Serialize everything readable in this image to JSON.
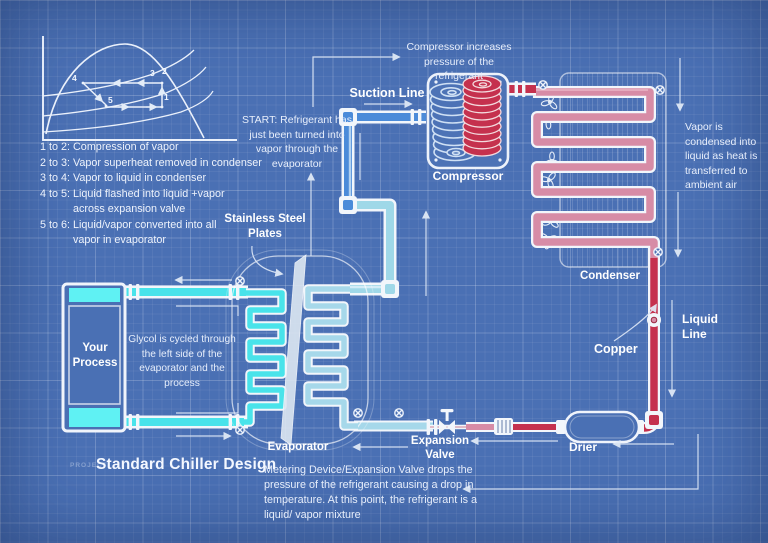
{
  "title_block": {
    "project_label": "PROJECT",
    "title": "Standard Chiller Design"
  },
  "graph": {
    "p1": "1",
    "p2": "2",
    "p3": "3",
    "p4": "4",
    "p5": "5"
  },
  "legend": {
    "lines": [
      "1 to 2: Compression of vapor",
      "2 to 3: Vapor superheat removed in condenser",
      "3 to 4: Vapor to liquid in condenser",
      "4 to 5: Liquid flashed into liquid +vapor",
      "across expansion valve",
      "5 to 6: Liquid/vapor converted into all",
      "vapor in evaporator"
    ]
  },
  "notes": {
    "start": "START: Refrigerant has just been turned into vapor through the evaporator",
    "compressor": "Compressor increases pressure of the refrigerant",
    "vapor": "Vapor is condensed into liquid as heat is transferred to ambient air",
    "glycol": "Glycol is cycled through the left side of the evaporator and the process",
    "metering": "Metering Device/Expansion Valve drops the pressure of the refrigerant causing a drop in temperature. At this point, the refrigerant is a liquid/ vapor mixture"
  },
  "labels": {
    "suction_line": "Suction Line",
    "compressor": "Compressor",
    "condenser": "Condenser",
    "liquid_line": "Liquid Line",
    "copper": "Copper",
    "drier": "Drier",
    "expansion_valve": "Expansion Valve",
    "evaporator": "Evaporator",
    "stainless_plates": "Stainless Steel Plates",
    "your_process": "Your Process"
  },
  "colors": {
    "background": "#4a70b4",
    "glycol_cyan": "#49e3ea",
    "cold_vapor": "#a6d8ea",
    "suction_blue": "#4b8bd9",
    "hot_red": "#c5314e",
    "condenser_pink": "#d78ca6",
    "line_white": "#f2f6fb"
  }
}
